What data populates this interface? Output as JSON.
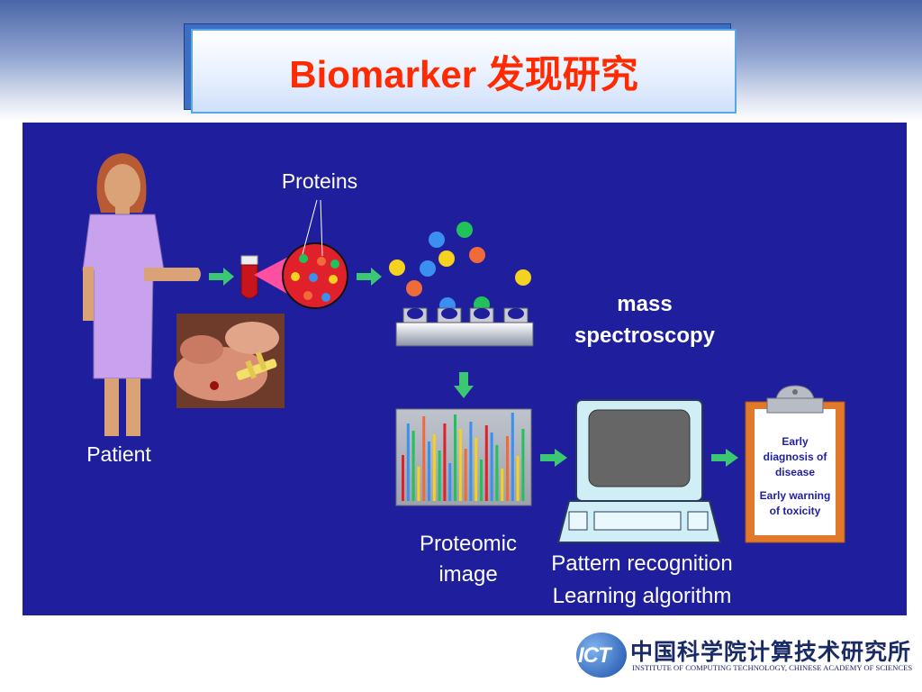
{
  "title": "Biomarker 发现研究",
  "labels": {
    "proteins": "Proteins",
    "patient": "Patient",
    "mass_spectroscopy_line1": "mass",
    "mass_spectroscopy_line2": "spectroscopy",
    "proteomic_image_line1": "Proteomic",
    "proteomic_image_line2": "image",
    "pattern_recognition": "Pattern recognition",
    "learning_algorithm": "Learning algorithm"
  },
  "clipboard": {
    "item1": "Early diagnosis of disease",
    "item2": "Early warning of toxicity"
  },
  "logo": {
    "abbr": "ICT",
    "chinese_name": "中国科学院计算技术研究所",
    "english_name": "INSTITUTE OF COMPUTING TECHNOLOGY, CHINESE ACADEMY OF SCIENCES"
  },
  "colors": {
    "panel_bg": "#1f1f9e",
    "title_text": "#ff2a00",
    "arrow": "#3cc873",
    "protein_red": "#e0202a",
    "protein_green": "#22c25a",
    "protein_blue": "#3a8ff0",
    "protein_orange": "#f06a3a",
    "protein_yellow": "#f5d21f",
    "patient_dress": "#c9a2ee",
    "clipboard_frame": "#e07a2a"
  }
}
